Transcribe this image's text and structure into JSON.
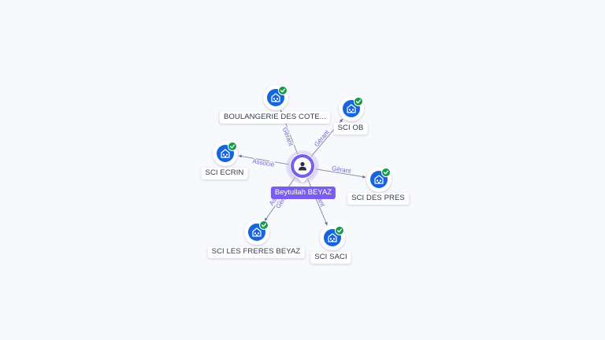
{
  "center": {
    "name": "Beytullah BEYAZ",
    "icon": "person-icon"
  },
  "colors": {
    "accent": "#7b5cf0",
    "company": "#1565e0",
    "check": "#1a9a4c",
    "edge": "#6b6f8f",
    "edge_label": "#6f63d6"
  },
  "company_icon": "building-icon",
  "verified_icon": "check-badge-icon",
  "nodes": [
    {
      "id": "sci-ob",
      "label": "SCI OB",
      "relation": "Gérant"
    },
    {
      "id": "sci-des-pres",
      "label": "SCI DES PRES",
      "relation": "Gérant"
    },
    {
      "id": "sci-saci",
      "label": "SCI SACI",
      "relation": "Gérant"
    },
    {
      "id": "sci-les-freres-beyaz",
      "label": "SCI LES FRERES BEYAZ",
      "relation": "Gérant",
      "relation2": "Associé"
    },
    {
      "id": "sci-ecrin",
      "label": "SCI ECRIN",
      "relation": "Associé"
    },
    {
      "id": "boulangerie-des-cote",
      "label": "BOULANGERIE DES COTE...",
      "relation": "Gérant"
    }
  ]
}
